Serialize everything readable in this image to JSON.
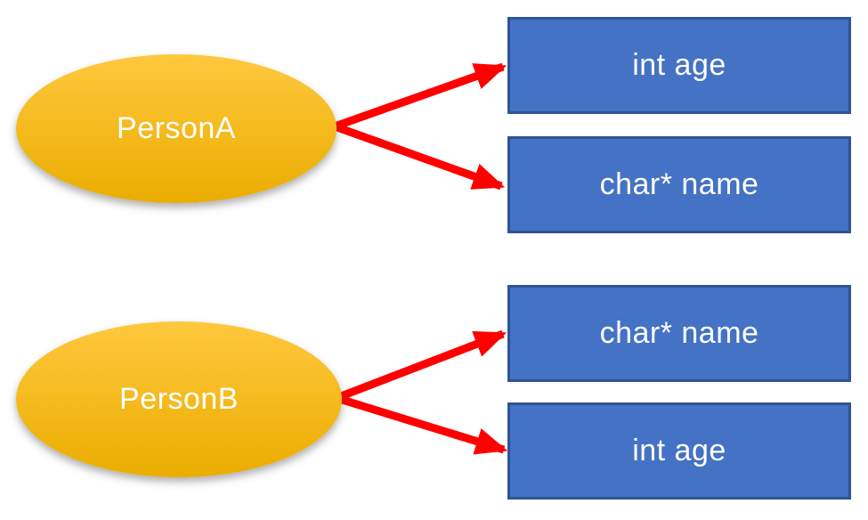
{
  "diagram": {
    "title_hidden": "",
    "colors": {
      "bg": "#ffffff",
      "gold_top": "#ffc83e",
      "gold_bottom": "#eaad00",
      "box_fill": "#4472c4",
      "box_border": "#2f5496",
      "arrow": "#ff0000",
      "label": "#ffffff"
    },
    "groups": [
      {
        "node": "PersonA",
        "attributes": [
          "int age",
          "char* name"
        ]
      },
      {
        "node": "PersonB",
        "attributes": [
          "char* name",
          "int age"
        ]
      }
    ]
  }
}
